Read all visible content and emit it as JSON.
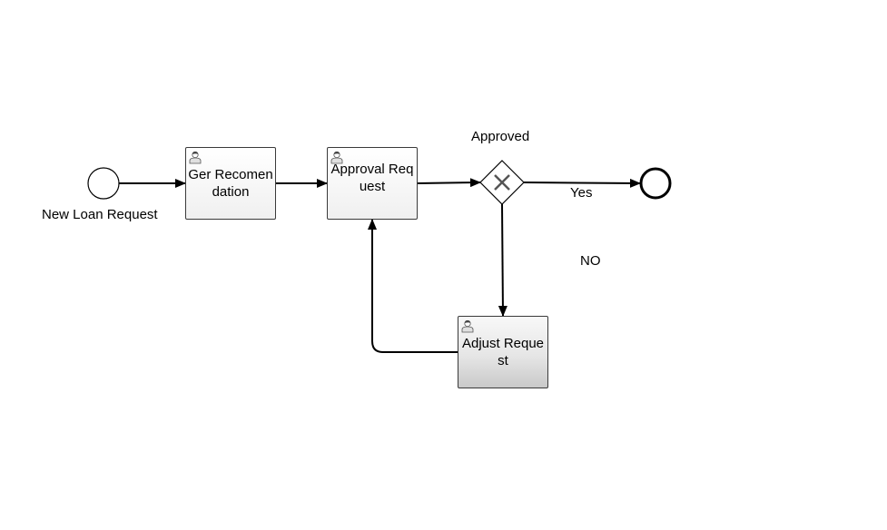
{
  "diagram": {
    "type": "bpmn-process",
    "start_event": {
      "label": "New Loan Request"
    },
    "tasks": [
      {
        "id": "ger-recommendation",
        "label": "Ger Recomendation"
      },
      {
        "id": "approval-request",
        "label": "Approval Request"
      },
      {
        "id": "adjust-request",
        "label": "Adjust Request"
      }
    ],
    "gateway": {
      "label": "Approved",
      "kind": "exclusive"
    },
    "flows": {
      "yes_label": "Yes",
      "no_label": "NO"
    },
    "icons": {
      "task": "user-icon",
      "gateway": "x-icon"
    }
  }
}
